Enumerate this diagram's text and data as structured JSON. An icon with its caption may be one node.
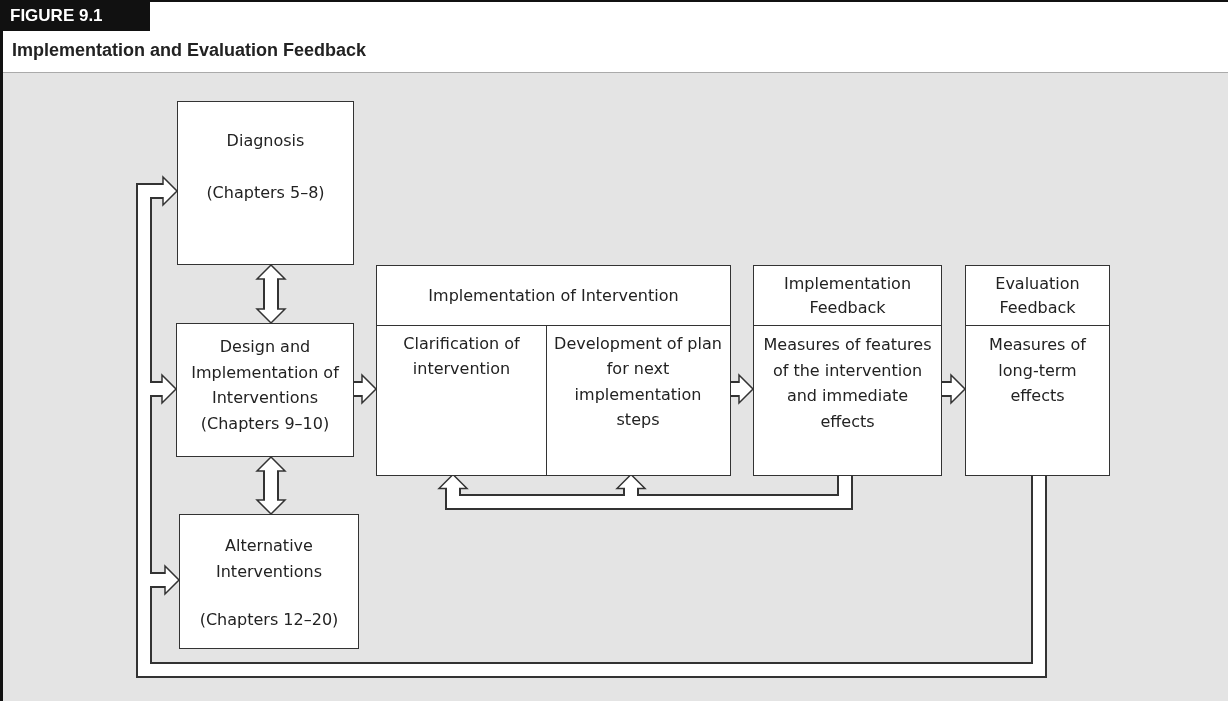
{
  "diagram": {
    "title": "Implementation and Evaluation Feedback",
    "nodes": [
      {
        "text": [
          "Diagnosis",
          "(Chapters 5–8)"
        ]
      },
      {
        "text": [
          "Design and Implementation of Interventions",
          "(Chapters 9–10)"
        ]
      },
      {
        "text": [
          "Alternative Interventions",
          "(Chapters 12–20)"
        ]
      },
      {
        "text": [
          "Implementation of Intervention"
        ]
      },
      {
        "text": [
          "Clarification of intervention"
        ],
        "in": 3
      },
      {
        "text": [
          "Development of plan for next implementation steps"
        ],
        "in": 3
      },
      {
        "text": [
          "Implementation Feedback",
          "Measures of features of the intervention and immediate effects"
        ]
      },
      {
        "text": [
          "Evaluation Feedback",
          "Measures of long-term effects"
        ]
      }
    ],
    "edges": [
      {
        "from": 0,
        "to": 1,
        "arrow": "both"
      },
      {
        "from": 1,
        "to": 2,
        "arrow": "both"
      },
      {
        "from": 1,
        "to": 3,
        "arrow": "to"
      },
      {
        "from": 3,
        "to": 6,
        "arrow": "to"
      },
      {
        "from": 6,
        "to": 7,
        "arrow": "to"
      },
      {
        "from": 6,
        "to": 4,
        "arrow": "to"
      },
      {
        "from": 6,
        "to": 5,
        "arrow": "to"
      },
      {
        "from": 7,
        "to": 0,
        "arrow": "to"
      },
      {
        "from": 7,
        "to": 1,
        "arrow": "to"
      },
      {
        "from": 7,
        "to": 2,
        "arrow": "to"
      }
    ],
    "labels": [
      "FIGURE 9.1"
    ]
  }
}
